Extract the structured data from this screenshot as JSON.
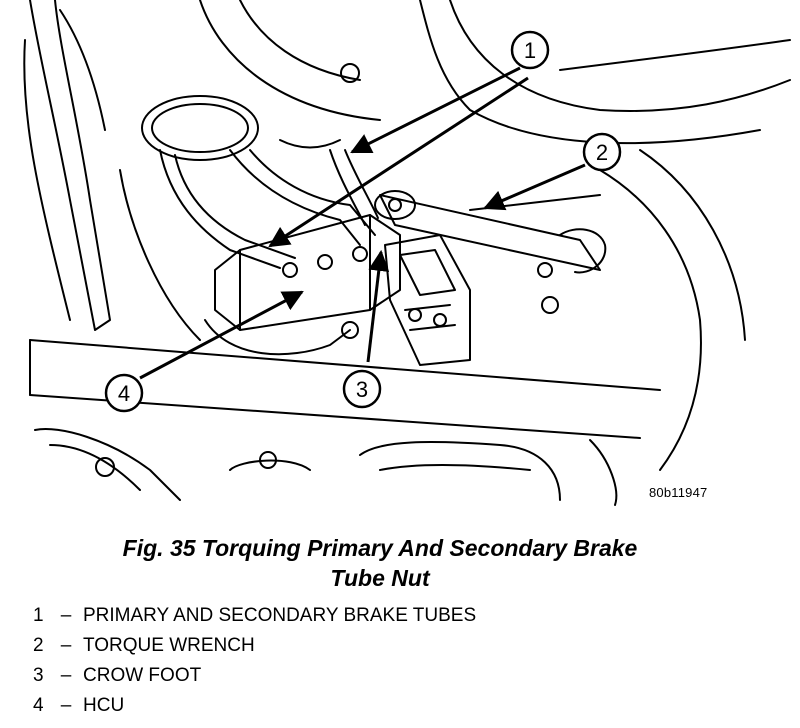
{
  "figure": {
    "id_code": "80b11947",
    "caption_line1": "Fig. 35 Torquing Primary And Secondary Brake",
    "caption_line2": "Tube Nut",
    "callouts": [
      "1",
      "2",
      "3",
      "4"
    ],
    "legend": [
      {
        "number": "1",
        "separator": "–",
        "text": "PRIMARY AND SECONDARY BRAKE TUBES"
      },
      {
        "number": "2",
        "separator": "–",
        "text": "TORQUE WRENCH"
      },
      {
        "number": "3",
        "separator": "–",
        "text": "CROW FOOT"
      },
      {
        "number": "4",
        "separator": "–",
        "text": "HCU"
      }
    ]
  }
}
